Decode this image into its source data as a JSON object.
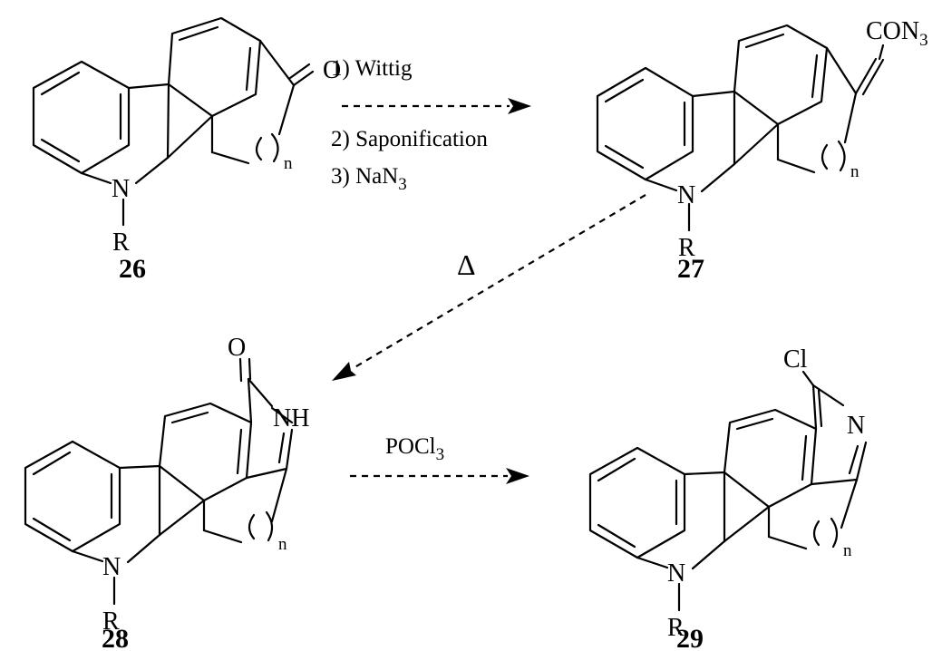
{
  "compounds": [
    {
      "id": "26",
      "label": "26",
      "atoms": {
        "o": "O",
        "n": "N",
        "r": "R",
        "ring_n": "n"
      }
    },
    {
      "id": "27",
      "label": "27",
      "atoms": {
        "con3_main": "CON",
        "con3_sub": "3",
        "n": "N",
        "r": "R",
        "ring_n": "n"
      }
    },
    {
      "id": "28",
      "label": "28",
      "atoms": {
        "o": "O",
        "nh": "NH",
        "n": "N",
        "r": "R",
        "ring_n": "n"
      }
    },
    {
      "id": "29",
      "label": "29",
      "atoms": {
        "cl": "Cl",
        "ring_n_atom": "N",
        "n": "N",
        "r": "R",
        "ring_n": "n"
      }
    }
  ],
  "reactions": [
    {
      "id": "step1",
      "conditions": [
        "1) Wittig",
        "2) Saponification",
        "3) NaN"
      ],
      "condition3_sub": "3"
    },
    {
      "id": "step2",
      "conditions": [
        "Δ"
      ]
    },
    {
      "id": "step3",
      "conditions_main": "POCl",
      "conditions_sub": "3"
    }
  ]
}
